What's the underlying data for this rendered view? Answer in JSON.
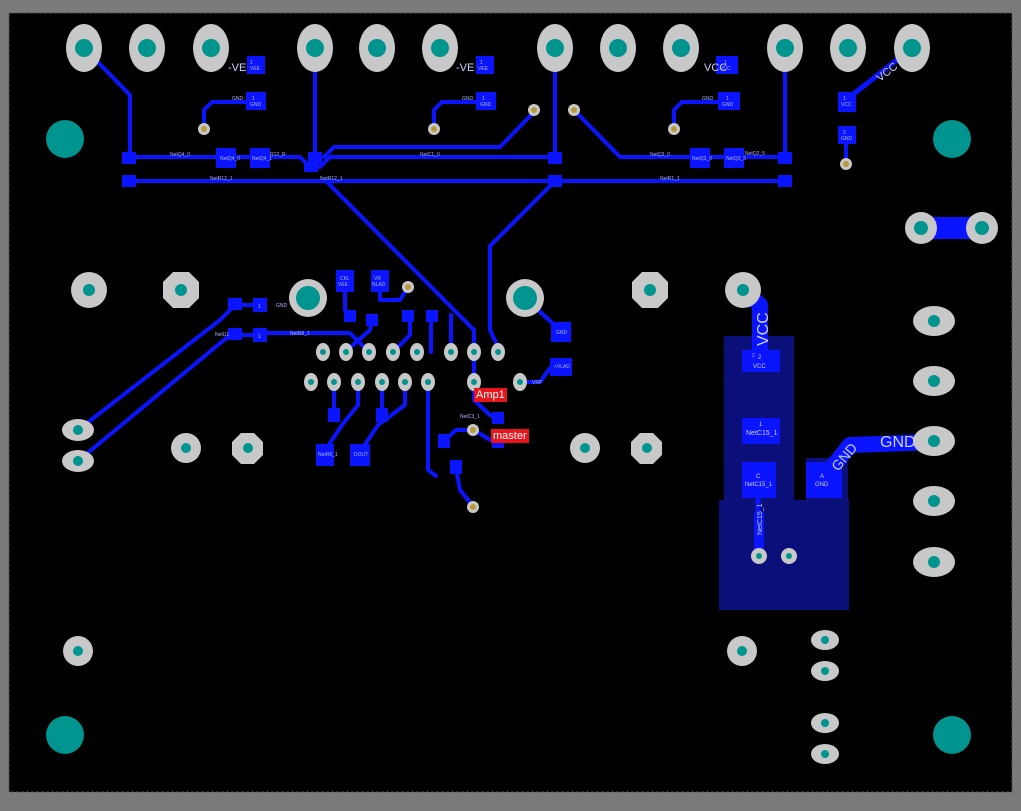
{
  "colors": {
    "background": "#000000",
    "border": "#7a7a7a",
    "trace": "#0a14ff",
    "pad": "#c8c8c8",
    "drill": "#00948f",
    "via": "#b89a3c",
    "tag": "#e8141b"
  },
  "tags": {
    "amp1": "Amp1",
    "master": "master"
  },
  "net_labels": {
    "vcc_left": "VCC",
    "gnd_right": "GND",
    "gnd_diag": "GND",
    "vcc_pad": "VCC",
    "vcc_diag": "VCC",
    "ve_left": "-VE",
    "ve_mid": "-VE",
    "vcc_top": "VCC"
  },
  "component_labels": {
    "c2_num": "2",
    "c2_net": "VCC",
    "c1_num": "1",
    "c1_net": "NetC15_1",
    "c_pad_c": "C",
    "c_pad_net": "NetC15_1",
    "a_pad_a": "A",
    "a_pad_net": "GND",
    "vert_net": "NetC15_1"
  }
}
